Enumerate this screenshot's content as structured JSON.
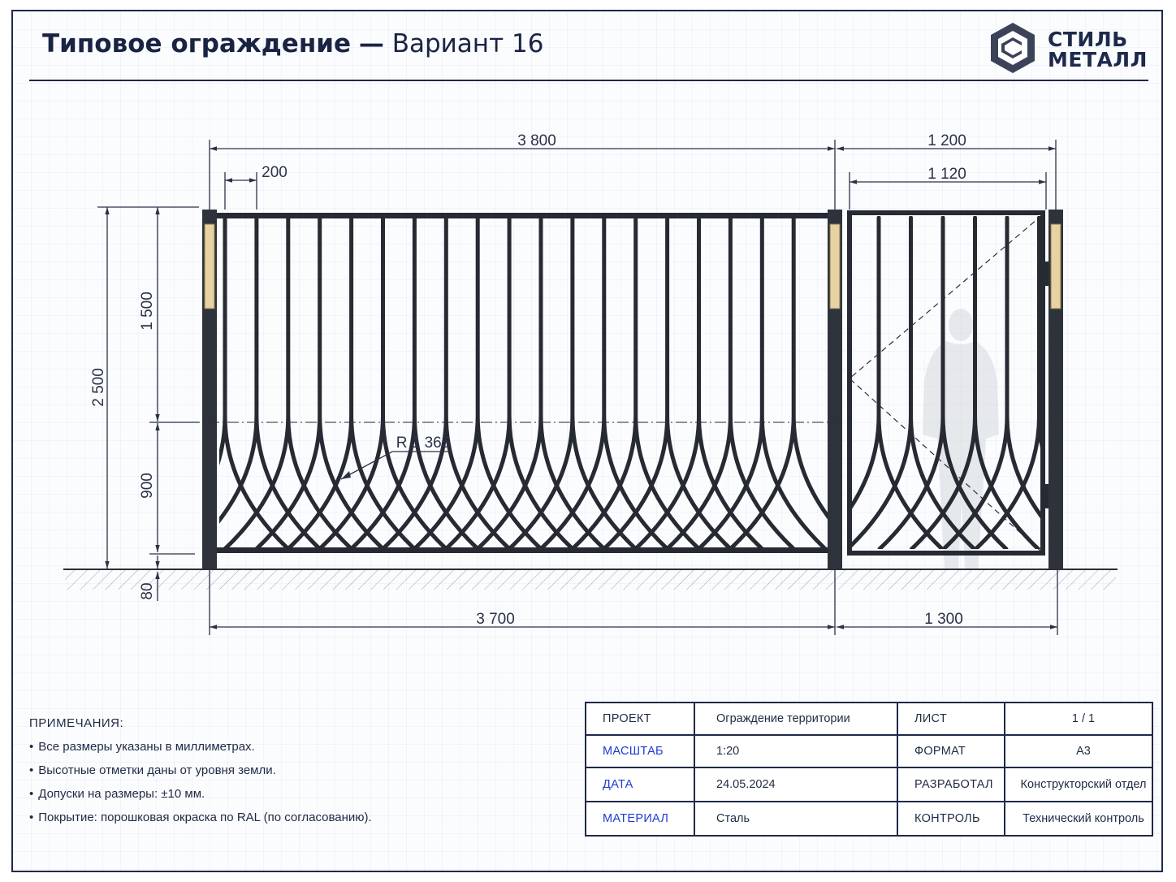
{
  "header": {
    "title_main": "Типовое ограждение",
    "title_dash": "—",
    "title_sub": "Вариант 16",
    "logo_icon": "hexagon-c-logo-icon",
    "logo_line1": "СТИЛЬ",
    "logo_line2": "МЕТАЛЛ"
  },
  "drawing": {
    "dimensions": {
      "section_width": "3 800",
      "gate_width": "1 200",
      "gate_leaf_width": "1 120",
      "bar_spacing": "200",
      "upper_height": "1 500",
      "total_height": "2 500",
      "lower_height": "900",
      "ground_offset": "80",
      "section_bottom_width": "3 700",
      "gate_bottom_width": "1 300",
      "arc_radius": "R 1 365"
    },
    "colors": {
      "metal": "#262a33",
      "post_plate": "#e7d3a2",
      "dim_line": "#2a3247",
      "accent": "#1e3bd0"
    }
  },
  "notes": {
    "title": "ПРИМЕЧАНИЯ:",
    "items": [
      "Все размеры указаны в миллиметрах.",
      "Высотные отметки даны от уровня земли.",
      "Допуски на размеры: ±10 мм.",
      "Покрытие: порошковая окраска по RAL (по согласованию)."
    ]
  },
  "title_block": {
    "rows": [
      {
        "k1": "ПРОЕКТ",
        "v1": "Ограждение территории",
        "k2": "ЛИСТ",
        "v2": "1 / 1"
      },
      {
        "k1": "МАСШТАБ",
        "v1": "1:20",
        "k2": "ФОРМАТ",
        "v2": "А3"
      },
      {
        "k1": "ДАТА",
        "v1": "24.05.2024",
        "k2": "РАЗРАБОТАЛ",
        "v2": "Конструкторский отдел"
      },
      {
        "k1": "МАТЕРИАЛ",
        "v1": "Сталь",
        "k2": "КОНТРОЛЬ",
        "v2": "Технический контроль"
      }
    ]
  }
}
